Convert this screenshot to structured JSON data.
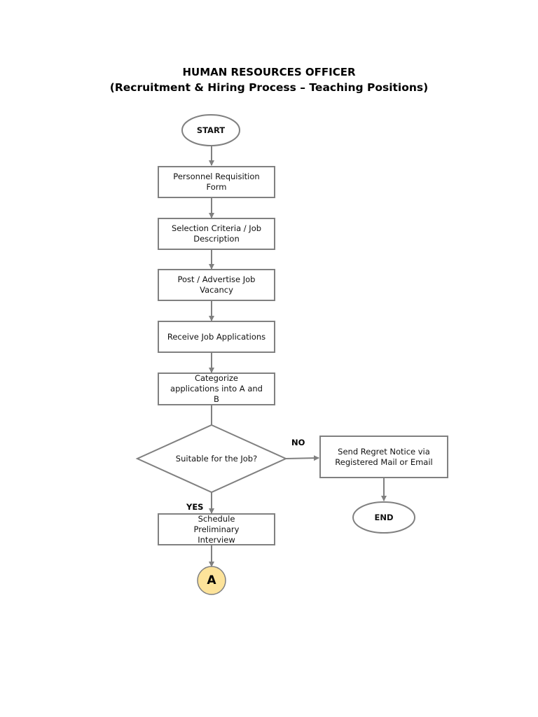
{
  "title": {
    "line1": "HUMAN RESOURCES OFFICER",
    "line2": "(Recruitment & Hiring Process – Teaching Positions)"
  },
  "nodes": {
    "start": "START",
    "requisition": "Personnel Requisition Form",
    "criteria": "Selection Criteria / Job Description",
    "post": "Post / Advertise Job Vacancy",
    "receive": "Receive Job Applications",
    "categorize": "Categorize applications into A and B",
    "decision": "Suitable for the Job?",
    "regret": "Send Regret Notice via Registered Mail or Email",
    "end": "END",
    "interview": "Schedule Preliminary Interview",
    "connector": "A"
  },
  "edges": {
    "no_label": "NO",
    "yes_label": "YES"
  },
  "colors": {
    "stroke": "#808080",
    "connector_fill": "#fde39a",
    "text": "#111111"
  }
}
